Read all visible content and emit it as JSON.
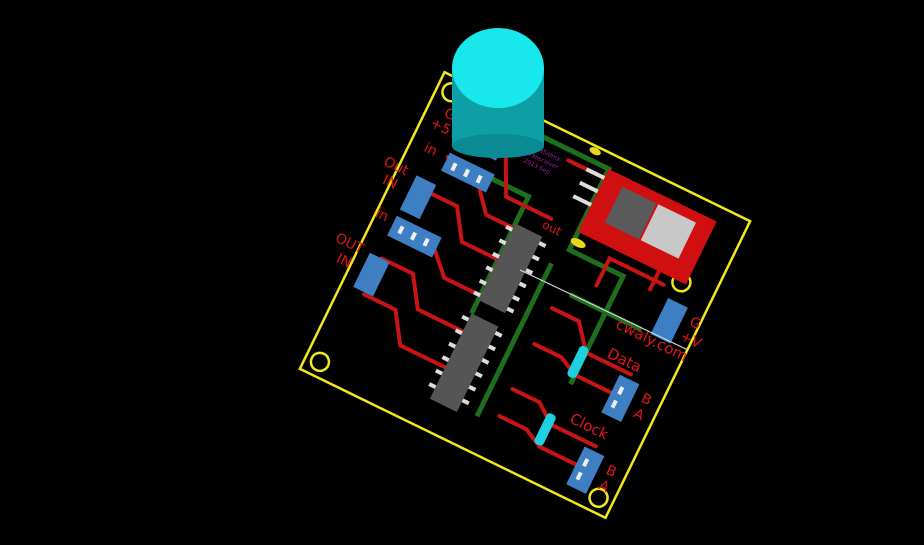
{
  "board": {
    "silk_url": "cwaly.com",
    "silk_data": "Data",
    "silk_clock": "Clock",
    "silk_g_left": "G",
    "silk_5v_left": "+5V",
    "silk_in_1": "in",
    "silk_out_1": "Out",
    "silk_in_cap_1": "IN",
    "silk_in_2": "in",
    "silk_out_2": "OUT",
    "silk_in_cap_2": "IN",
    "silk_g_right": "G",
    "silk_5v_right": "+V",
    "silk_b_data": "B",
    "silk_a_data": "A",
    "silk_b_clock": "B",
    "silk_a_clock": "A",
    "silk_out_ic": "out",
    "fab_line1": "rs485/dmx",
    "fab_line2": "transceiver",
    "fab_line3": "2013 Sep"
  },
  "colors": {
    "substrate": "#000000",
    "outline": "#f2e81a",
    "copper": "#c81414",
    "ground": "#1e6e1e",
    "connector": "#3d7fc2",
    "capacitor": "#18d8d8",
    "resistor": "#1fd0e0",
    "ic_body": "#555555",
    "regulator_board": "#d01010"
  }
}
